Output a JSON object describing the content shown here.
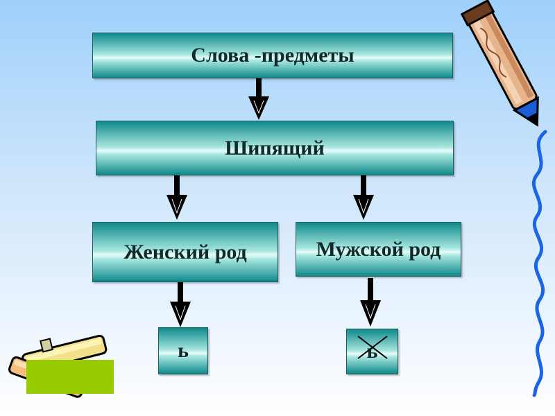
{
  "diagram": {
    "top_box": "Слова -предметы",
    "middle_box": "Шипящий",
    "left_box": "Женский род",
    "right_box": "Мужской род",
    "left_result": "ь",
    "right_result": "ь"
  },
  "colors": {
    "box_edge": "#0f8a8a",
    "box_center": "#e9fbf9",
    "arrow": "#000000",
    "green_rect": "#99cc00",
    "squiggle": "#1a64e6"
  }
}
